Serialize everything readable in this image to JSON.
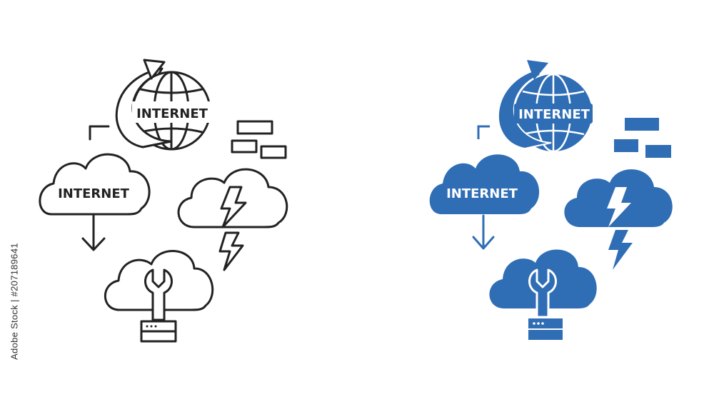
{
  "labels": {
    "globe": "INTERNET",
    "cloud": "INTERNET"
  },
  "watermark": "Adobe Stock | #207189641",
  "colors": {
    "outline": "#222222",
    "fill": "#2f6db5",
    "background": "#ffffff"
  },
  "icons": [
    "globe-icon",
    "circular-arrow-icon",
    "cloud-icon",
    "down-arrow-icon",
    "lightning-icon",
    "wrench-icon",
    "server-box-icon",
    "brick-icon"
  ]
}
